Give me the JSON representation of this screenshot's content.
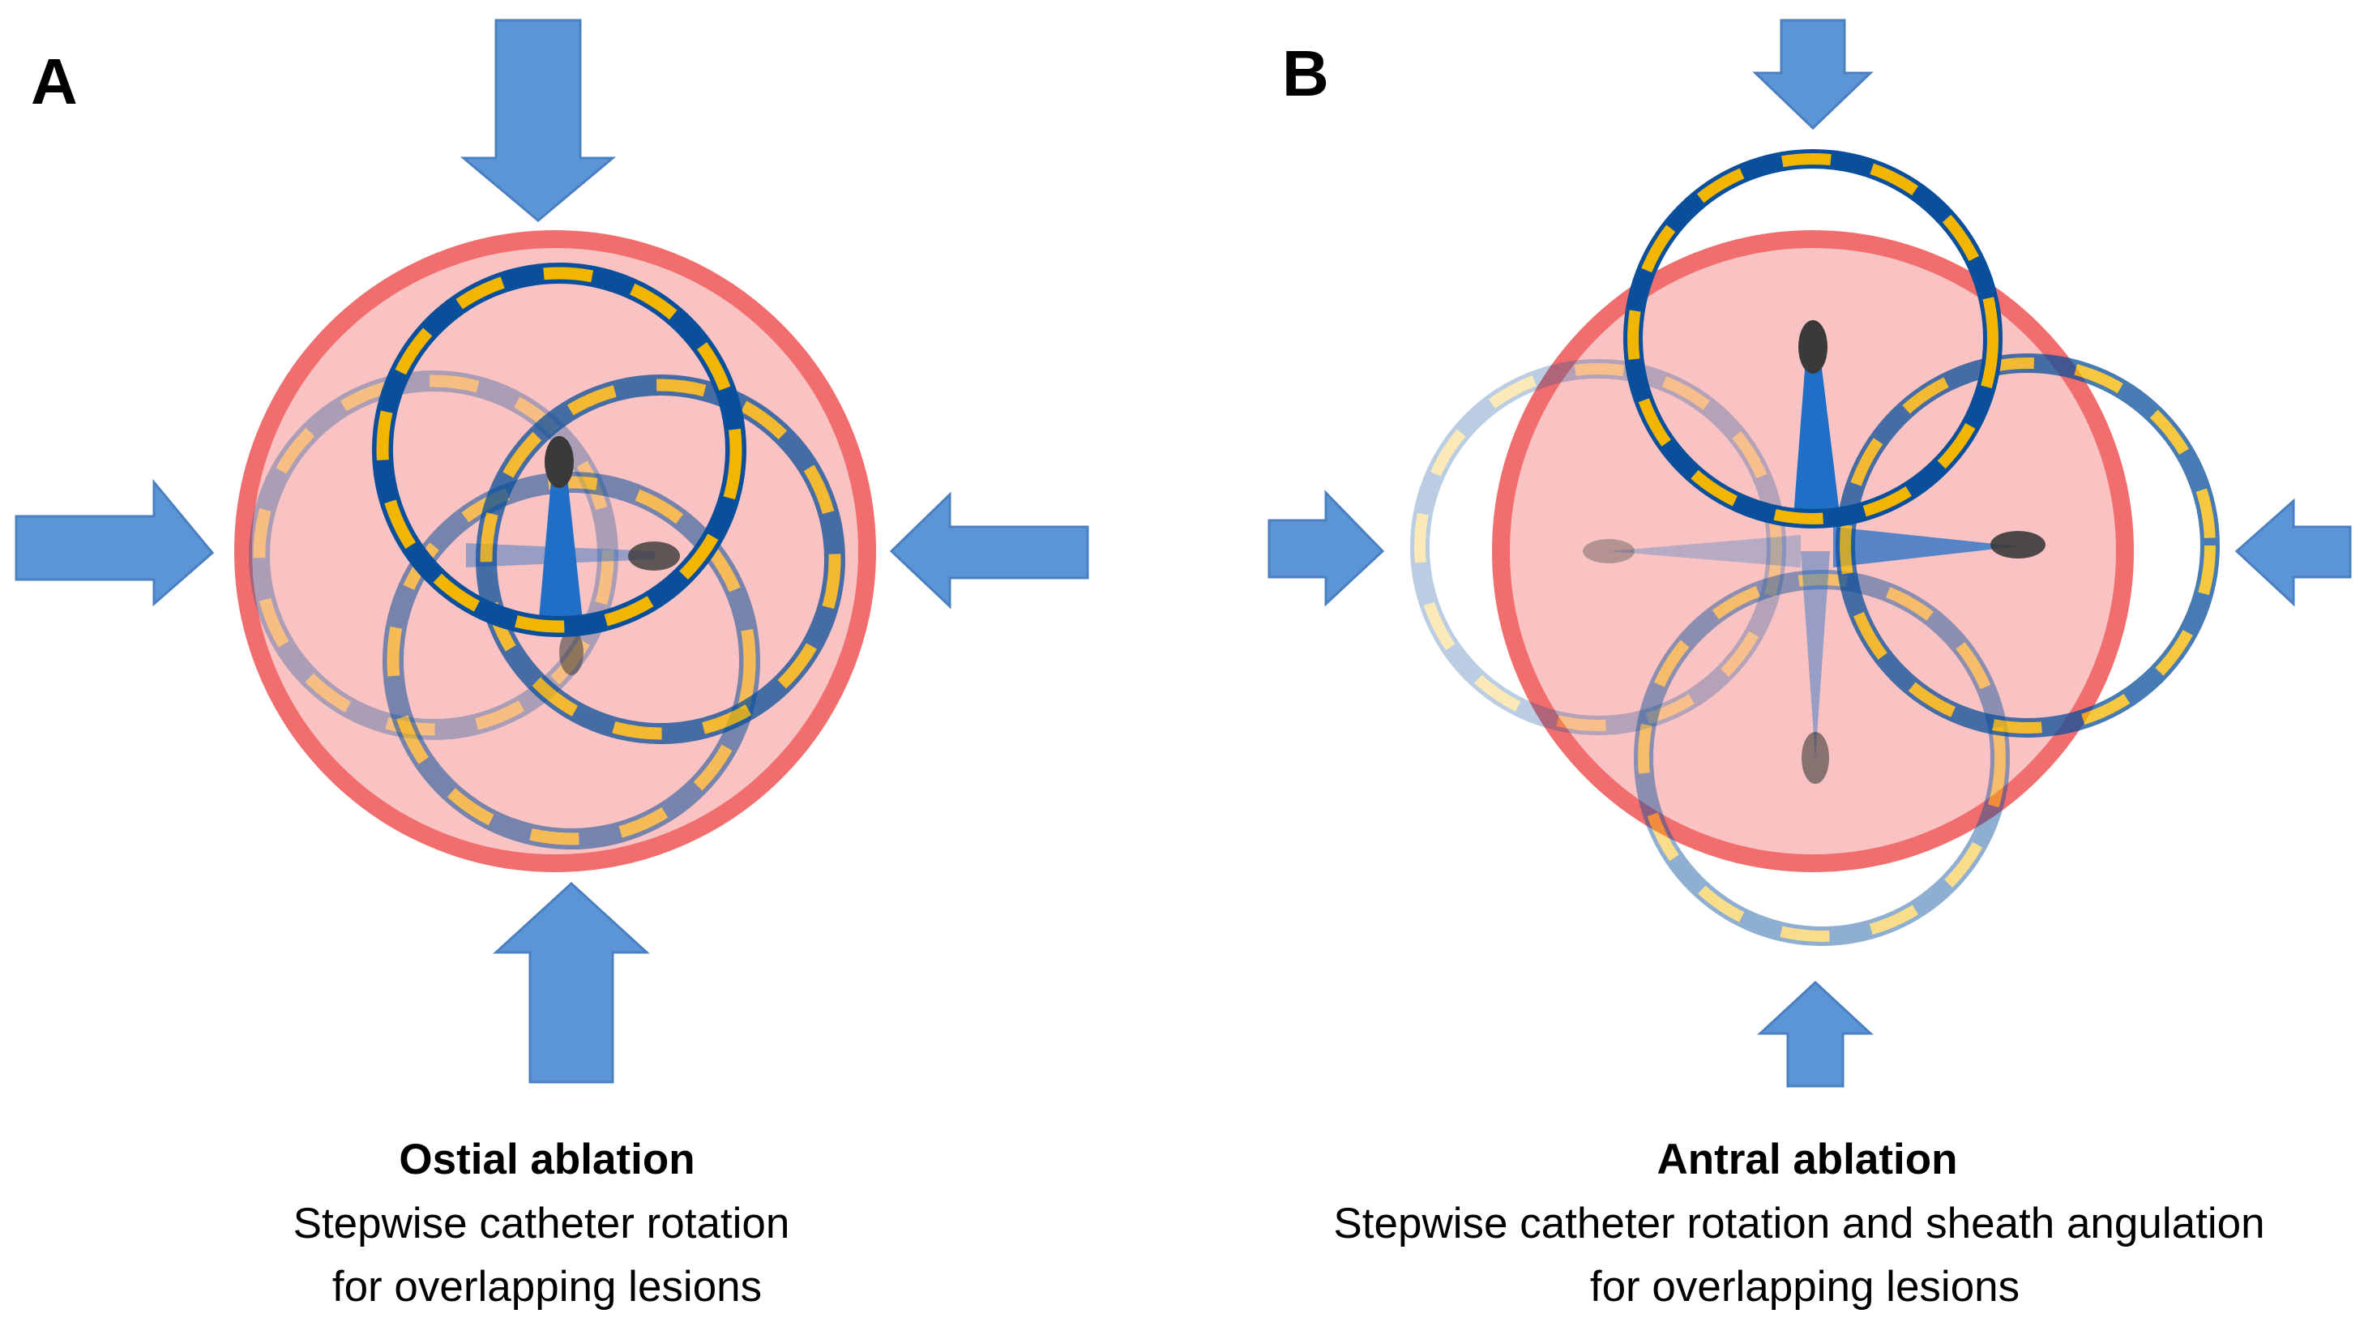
{
  "panel_a": {
    "letter": "A",
    "caption_title": "Ostial ablation",
    "caption_line1": "Stepwise catheter rotation",
    "caption_line2": "for overlapping lesions"
  },
  "panel_b": {
    "letter": "B",
    "caption_title": "Antral ablation",
    "caption_line1": "Stepwise catheter rotation and sheath angulation",
    "caption_line2": "for overlapping lesions"
  },
  "colors": {
    "arrow": "#5b95d6",
    "arrow_edge": "#4a7fc0",
    "vein_fill": "#f9c3c3",
    "vein_ring": "#f26d6d",
    "catheter_ring": "#0a4f9c",
    "electrode": "#f2b600",
    "shaft": "#1f6fc7",
    "tip": "#3a3a3a"
  }
}
